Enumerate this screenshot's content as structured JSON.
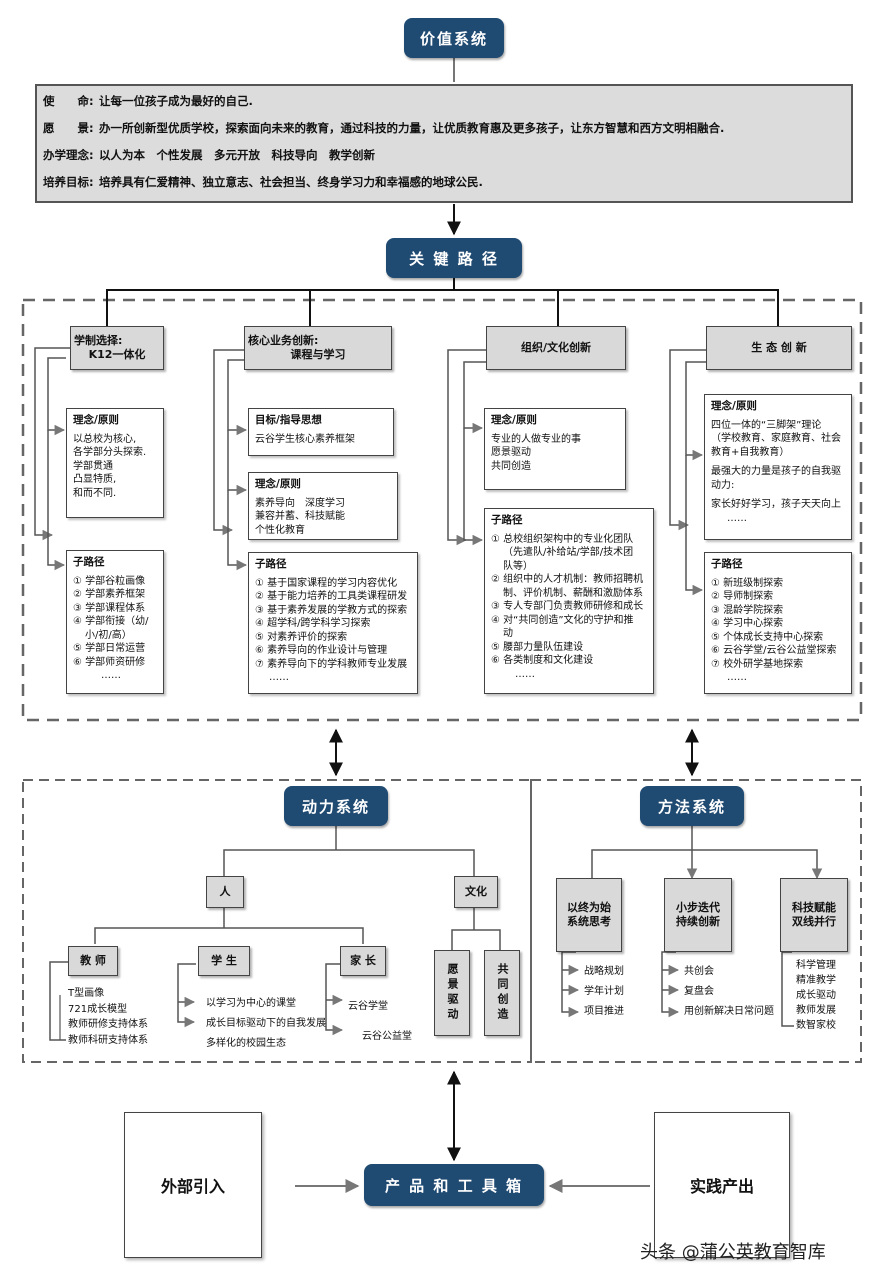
{
  "value_system": "价值系统",
  "mission": [
    {
      "label": "使　　命:",
      "text": "让每一位孩子成为最好的自己."
    },
    {
      "label": "愿　　景:",
      "text": "办一所创新型优质学校，探索面向未来的教育，通过科技的力量，让优质教育惠及更多孩子，让东方智慧和西方文明相融合."
    },
    {
      "label": "办学理念:",
      "text": "以人为本　个性发展　多元开放　科技导向　教学创新"
    },
    {
      "label": "培养目标:",
      "text": "培养具有仁爱精神、独立意志、社会担当、终身学习力和幸福感的地球公民."
    }
  ],
  "key_path": "关 键 路 径",
  "columns": [
    {
      "title_l1": "学制选择:",
      "title_l2": "K12一体化",
      "principle_title": "理念/原则",
      "principle_items": [
        "以总校为核心,",
        "各学部分头探索.",
        "学部贯通",
        "凸显特质,",
        "和而不同."
      ],
      "sub_title": "子路径",
      "sub_items": [
        "① 学部谷粒画像",
        "② 学部素养框架",
        "③ 学部课程体系",
        "④ 学部衔接（幼/",
        "小/初/高）",
        "⑤ 学部日常运营",
        "⑥ 学部师资研修",
        "……"
      ]
    },
    {
      "title_l1": "核心业务创新:",
      "title_l2": "课程与学习",
      "goal_title": "目标/指导思想",
      "goal_items": [
        "云谷学生核心素养框架"
      ],
      "principle_title": "理念/原则",
      "principle_items": [
        "素养导向　深度学习",
        "兼容并蓄、科技赋能",
        "个性化教育"
      ],
      "sub_title": "子路径",
      "sub_items": [
        "① 基于国家课程的学习内容优化",
        "② 基于能力培养的工具类课程研发",
        "③ 基于素养发展的学教方式的探索",
        "④ 超学科/跨学科学习探索",
        "⑤ 对素养评价的探索",
        "⑥ 素养导向的作业设计与管理",
        "⑦ 素养导向下的学科教师专业发展",
        "……"
      ]
    },
    {
      "title_l1": "组织/文化创新",
      "principle_title": "理念/原则",
      "principle_items": [
        "专业的人做专业的事",
        "愿景驱动",
        "共同创造"
      ],
      "sub_title": "子路径",
      "sub_items": [
        "① 总校组织架构中的专业化团队",
        "（先遣队/补给站/学部/技术团",
        "队等）",
        "② 组织中的人才机制：教师招聘机",
        "制、评价机制、薪酬和激励体系",
        "③ 专人专部门负责教师研修和成长",
        "④ 对“共同创造”文化的守护和推",
        "动",
        "⑤ 腰部力量队伍建设",
        "⑥ 各类制度和文化建设",
        "……"
      ]
    },
    {
      "title_l1": "生 态 创 新",
      "principle_title": "理念/原则",
      "principle_items": [
        "四位一体的“三脚架”理论",
        "（学校教育、家庭教育、社会",
        "教育+自我教育）",
        "最强大的力量是孩子的自我驱",
        "动力:",
        "家长好好学习，孩子天天向上"
      ],
      "sub_title": "子路径",
      "sub_items": [
        "① 新班级制探索",
        "② 导师制探索",
        "③ 混龄学院探索",
        "④ 学习中心探索",
        "⑤ 个体成长支持中心探索",
        "⑥ 云谷学堂/云谷公益堂探索",
        "⑦ 校外研学基地探索",
        "……"
      ]
    }
  ],
  "dynamics": {
    "title": "动力系统",
    "people": "人",
    "culture": "文化",
    "teacher": "教 师",
    "teacher_items": [
      "T型画像",
      "721成长模型",
      "教师研修支持体系",
      "教师科研支持体系"
    ],
    "student": "学 生",
    "student_items": [
      "以学习为中心的课堂",
      "成长目标驱动下的自我发展",
      "多样化的校园生态"
    ],
    "parent": "家 长",
    "parent_items": [
      "云谷学堂",
      "云谷公益堂"
    ],
    "vision_drive": "愿景驱动",
    "co_create": "共同创造"
  },
  "method": {
    "title": "方法系统",
    "col1_l1": "以终为始",
    "col1_l2": "系统思考",
    "col1_items": [
      "战略规划",
      "学年计划",
      "项目推进"
    ],
    "col2_l1": "小步迭代",
    "col2_l2": "持续创新",
    "col2_items": [
      "共创会",
      "复盘会",
      "用创新解决日常问题"
    ],
    "col3_l1": "科技赋能",
    "col3_l2": "双线并行",
    "col3_items": [
      "科学管理",
      "精准教学",
      "成长驱动",
      "教师发展",
      "数智家校"
    ]
  },
  "external": "外部引入",
  "product": "产 品 和 工 具 箱",
  "practice": "实践产出",
  "watermark": "头条 @蒲公英教育智库",
  "colors": {
    "navy": "#1f4a72",
    "gray_box": "#d9d9d9"
  }
}
